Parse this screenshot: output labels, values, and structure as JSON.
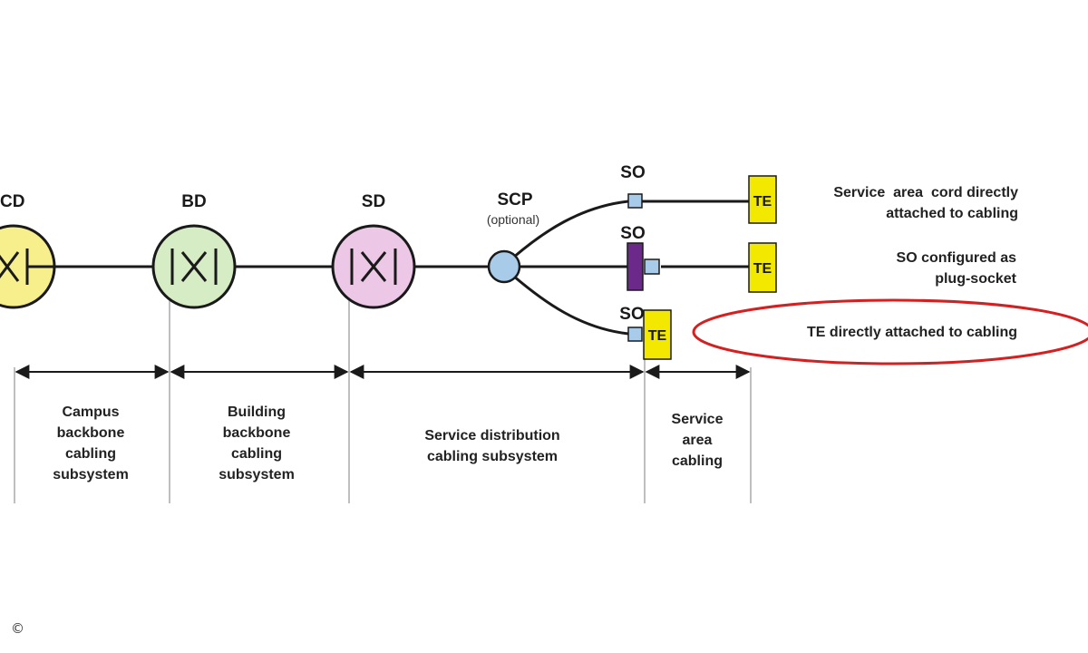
{
  "nodes": {
    "cd": "CD",
    "bd": "BD",
    "sd": "SD",
    "scp": "SCP",
    "scp_note": "(optional)",
    "so_top": "SO",
    "so_mid": "SO",
    "so_bottom": "SO"
  },
  "terminals": {
    "te_top": "TE",
    "te_mid": "TE",
    "te_bottom": "TE"
  },
  "notes": {
    "top": [
      "Service  area  cord directly",
      "attached to cabling"
    ],
    "mid": [
      "SO configured as",
      "plug-socket"
    ],
    "bottom": "TE directly attached to cabling"
  },
  "subsystems": {
    "campus": [
      "Campus",
      "backbone",
      "cabling",
      "subsystem"
    ],
    "building": [
      "Building",
      "backbone",
      "cabling",
      "subsystem"
    ],
    "service_distribution": [
      "Service distribution",
      "cabling subsystem"
    ],
    "service_area": [
      "Service",
      "area",
      "cabling"
    ]
  },
  "colors": {
    "cd_fill": "#f7ee8c",
    "bd_fill": "#d6ecc4",
    "sd_fill": "#ecc8e6",
    "scp_fill": "#a9cbea",
    "so_fill": "#a9cbea",
    "plug_socket": "#6b2a8a",
    "te_fill": "#f2e800",
    "highlight": "#d42020"
  },
  "copyright": "©"
}
